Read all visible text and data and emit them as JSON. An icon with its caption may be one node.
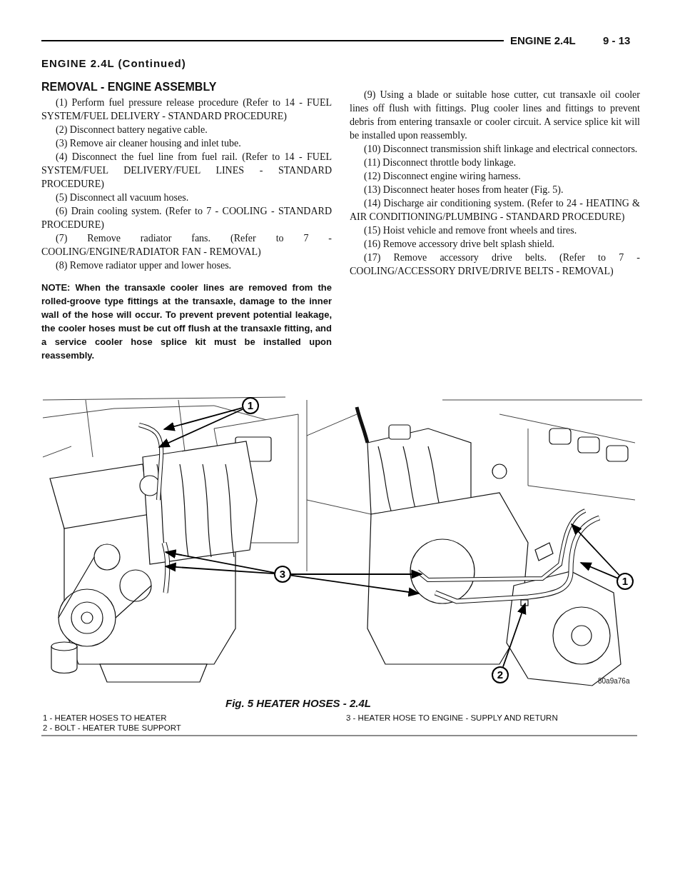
{
  "diagram": {
    "caption": "Fig. 5 HEATER HOSES - 2.4L",
    "nodes": [
      {
        "text": [
          "1"
        ]
      },
      {
        "text": [
          "3"
        ]
      },
      {
        "text": [
          "1"
        ]
      },
      {
        "text": [
          "2"
        ]
      }
    ],
    "edges": [
      {
        "from": 0,
        "to": null,
        "arrow": "to"
      },
      {
        "from": 0,
        "to": null,
        "arrow": "to"
      },
      {
        "from": 1,
        "to": null,
        "arrow": "to"
      },
      {
        "from": 1,
        "to": null,
        "arrow": "to"
      },
      {
        "from": 1,
        "to": null,
        "arrow": "to"
      },
      {
        "from": 1,
        "to": null,
        "arrow": "to"
      },
      {
        "from": 2,
        "to": null,
        "arrow": "to"
      },
      {
        "from": 2,
        "to": null,
        "arrow": "to"
      },
      {
        "from": 3,
        "to": null,
        "arrow": "to"
      }
    ],
    "labels": [
      "ENGINE 2.4L",
      "9 - 13",
      "ENGINE 2.4L (Continued)",
      "REMOVAL - ENGINE ASSEMBLY",
      "(1) Perform fuel pressure release procedure (Refer to 14 - FUEL SYSTEM/FUEL DELIVERY - STANDARD PROCEDURE)",
      "(2) Disconnect battery negative cable.",
      "(3) Remove air cleaner housing and inlet tube.",
      "(4) Disconnect the fuel line from fuel rail. (Refer to 14 - FUEL SYSTEM/FUEL DELIVERY/FUEL LINES - STANDARD PROCEDURE)",
      "(5) Disconnect all vacuum hoses.",
      "(6) Drain cooling system. (Refer to 7 - COOLING - STANDARD PROCEDURE)",
      "(7) Remove radiator fans. (Refer to 7 - COOLING/ENGINE/RADIATOR FAN - REMOVAL)",
      "(8) Remove radiator upper and lower hoses.",
      "NOTE: When the transaxle cooler lines are removed from the rolled-groove type fittings at the transaxle, damage to the inner wall of the hose will occur. To prevent prevent potential leakage, the cooler hoses must be cut off flush at the transaxle fitting, and a service cooler hose splice kit must be installed upon reassembly.",
      "(9) Using a blade or suitable hose cutter, cut transaxle oil cooler lines off flush with fittings. Plug cooler lines and fittings to prevent debris from entering transaxle or cooler circuit. A service splice kit will be installed upon reassembly.",
      "(10) Disconnect transmission shift linkage and electrical connectors.",
      "(11) Disconnect throttle body linkage.",
      "(12) Disconnect engine wiring harness.",
      "(13) Disconnect heater hoses from heater (Fig. 5).",
      "(14) Discharge air conditioning system. (Refer to 24 - HEATING & AIR CONDITIONING/PLUMBING - STANDARD PROCEDURE)",
      "(15) Hoist vehicle and remove front wheels and tires.",
      "(16) Remove accessory drive belt splash shield.",
      "(17) Remove accessory drive belts. (Refer to 7 - COOLING/ACCESSORY DRIVE/DRIVE BELTS - REMOVAL)",
      "80a9a76a",
      "1 - HEATER HOSES TO HEATER",
      "2 - BOLT - HEATER TUBE SUPPORT",
      "3 - HEATER HOSE TO ENGINE - SUPPLY AND RETURN"
    ]
  }
}
